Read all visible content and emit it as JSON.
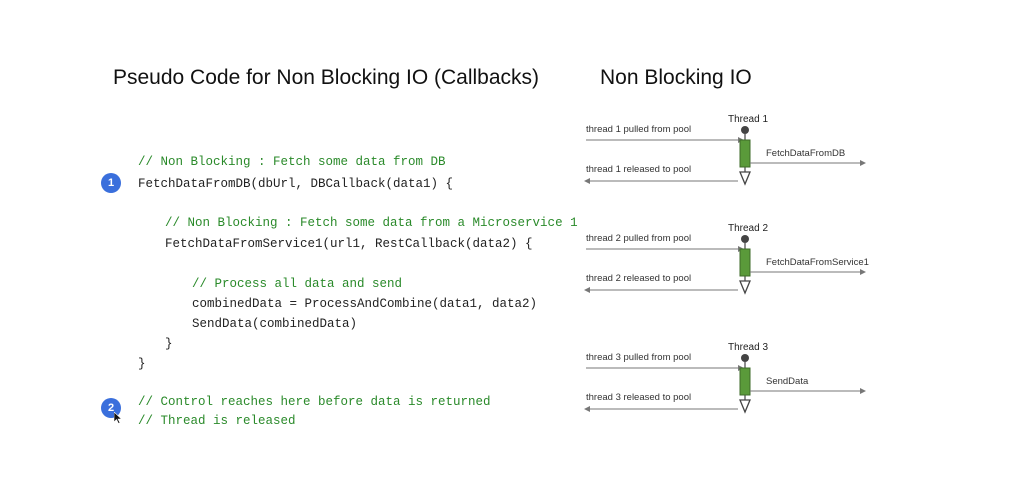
{
  "left_title": "Pseudo Code for Non Blocking IO (Callbacks)",
  "right_title": "Non Blocking IO",
  "code_lines": [
    {
      "text": "// Non Blocking : Fetch some data from DB",
      "kind": "comment",
      "indent": 0
    },
    {
      "text": "FetchDataFromDB(dbUrl, DBCallback(data1) {",
      "kind": "stmt",
      "indent": 0
    },
    {
      "text": "// Non Blocking : Fetch some data from a Microservice 1",
      "kind": "comment",
      "indent": 1
    },
    {
      "text": "FetchDataFromService1(url1, RestCallback(data2) {",
      "kind": "stmt",
      "indent": 1
    },
    {
      "text": "// Process all data and send",
      "kind": "comment",
      "indent": 2
    },
    {
      "text": "combinedData = ProcessAndCombine(data1, data2)",
      "kind": "stmt",
      "indent": 2
    },
    {
      "text": "SendData(combinedData)",
      "kind": "stmt",
      "indent": 2
    },
    {
      "text": "}",
      "kind": "stmt",
      "indent": 1
    },
    {
      "text": "}",
      "kind": "stmt",
      "indent": 0
    },
    {
      "text": "// Control reaches here before data is returned",
      "kind": "comment",
      "indent": 0
    },
    {
      "text": "// Thread is released",
      "kind": "comment",
      "indent": 0
    }
  ],
  "badges": [
    "1",
    "2"
  ],
  "threads": [
    {
      "name": "Thread 1",
      "pulled": "thread 1 pulled from pool",
      "released": "thread 1 released to pool",
      "task": "FetchDataFromDB"
    },
    {
      "name": "Thread 2",
      "pulled": "thread 2 pulled from pool",
      "released": "thread 2 released to pool",
      "task": "FetchDataFromService1"
    },
    {
      "name": "Thread 3",
      "pulled": "thread 3 pulled from pool",
      "released": "thread 3 released to pool",
      "task": "SendData"
    }
  ],
  "colors": {
    "comment": "#2a8a2a",
    "badge": "#3a6fdc",
    "thread_bar": "#5a9a3a"
  }
}
